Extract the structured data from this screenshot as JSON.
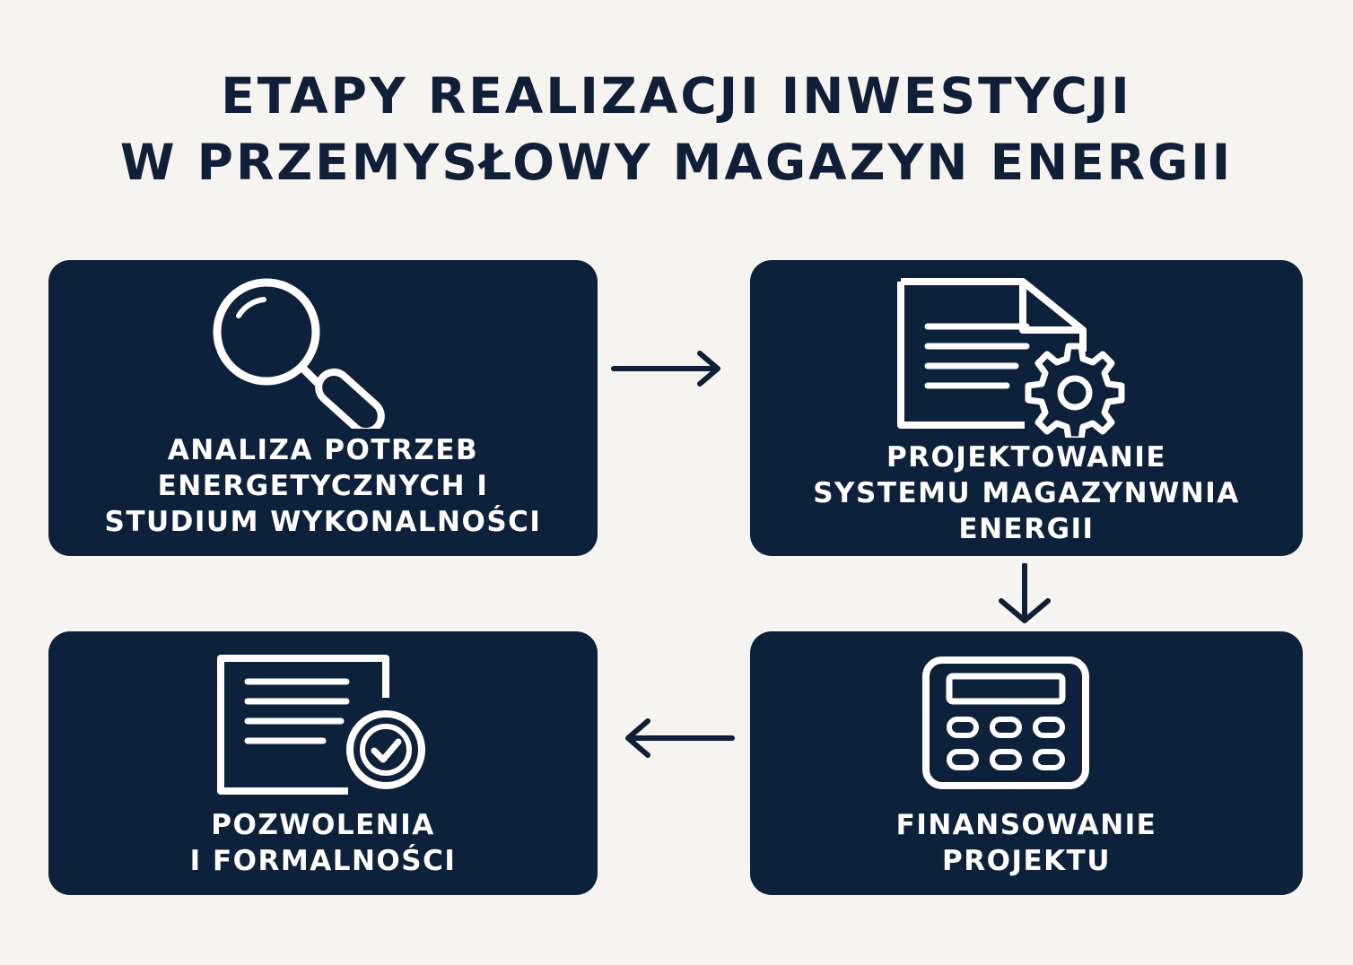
{
  "title": {
    "line1": "ETAPY REALIZACJI INWESTYCJI",
    "line2": "W PRZEMYSŁOWY MAGAZYN ENERGII"
  },
  "steps": [
    {
      "icon": "magnifying-glass-icon",
      "lines": [
        "ANALIZA POTRZEB",
        "ENERGETYCZNYCH I",
        "STUDIUM WYKONALNOŚCI"
      ]
    },
    {
      "icon": "document-gear-icon",
      "lines": [
        "PROJEKTOWANIE",
        "SYSTEMU MAGAZYNWNIA",
        "ENERGII"
      ]
    },
    {
      "icon": "calculator-icon",
      "lines": [
        "FINANSOWANIE",
        "PROJEKTU"
      ]
    },
    {
      "icon": "document-check-icon",
      "lines": [
        "POZWOLENIA",
        "I FORMALNOŚCI"
      ]
    }
  ],
  "colors": {
    "background": "#f5f4f0",
    "card": "#0d213b",
    "text_dark": "#0f1f38",
    "text_light": "#ffffff"
  }
}
